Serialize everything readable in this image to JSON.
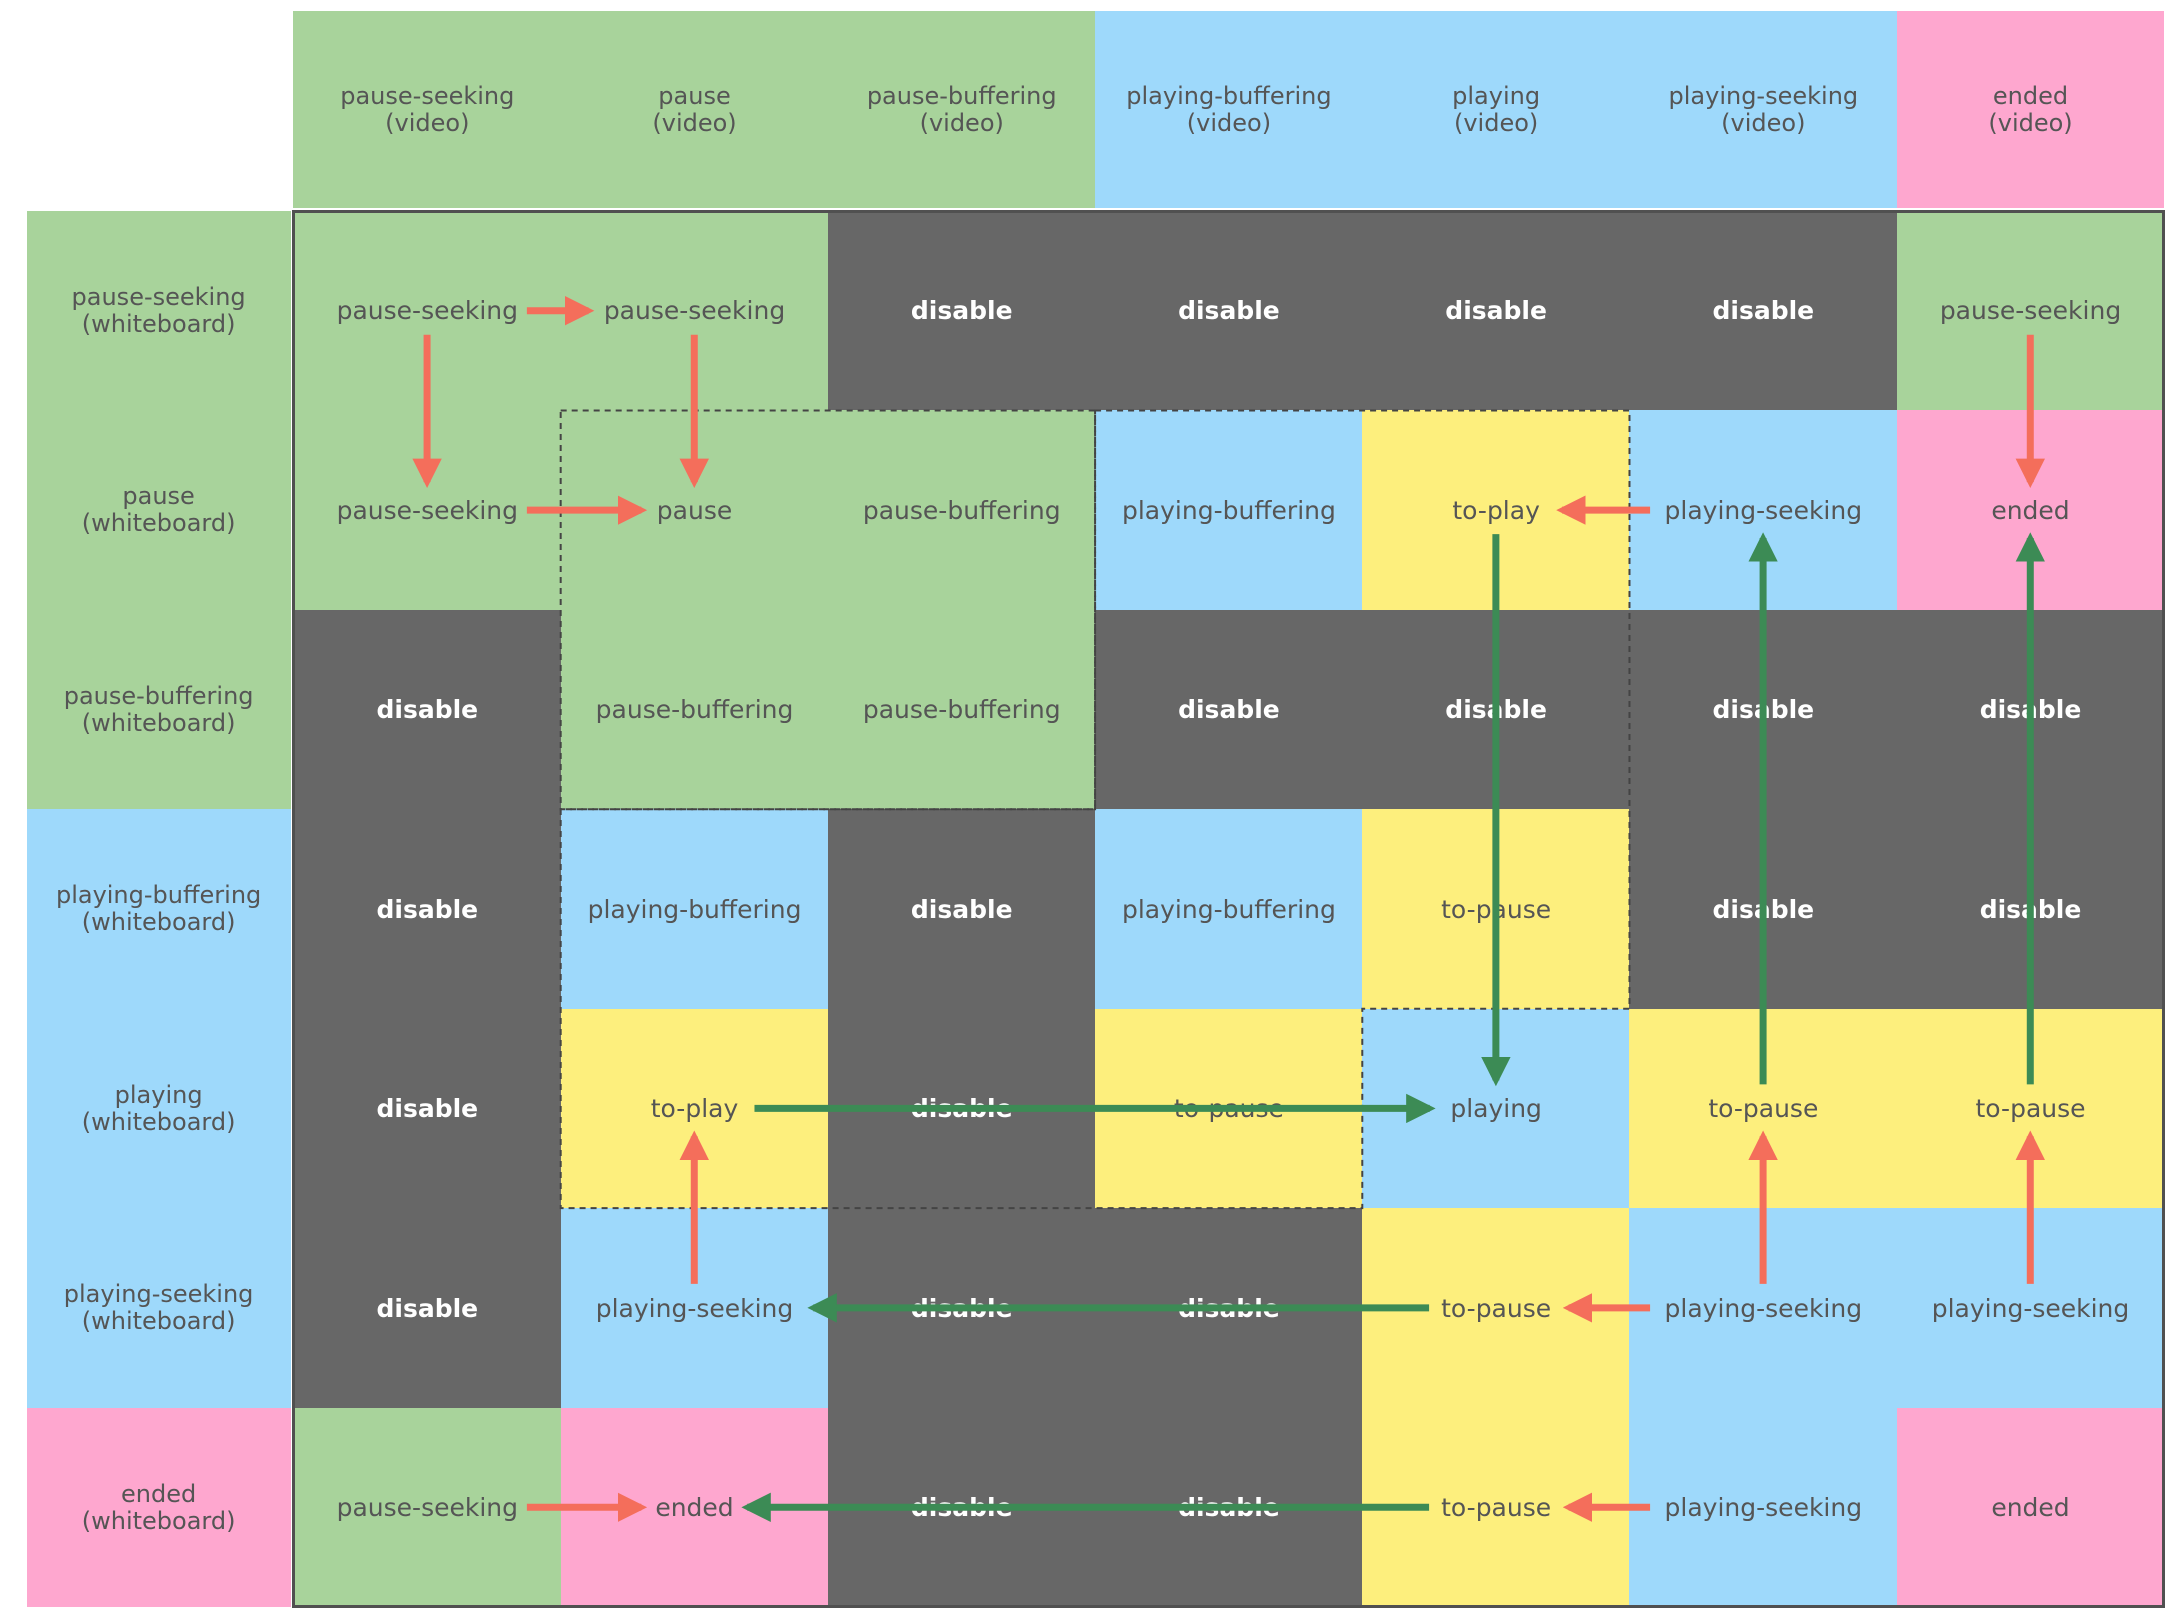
{
  "colors": {
    "pause": "#a8d39b",
    "playing": "#9ed9fb",
    "ended": "#fea7cf",
    "disable": "#676767",
    "transition": "#fdef7d",
    "arrow_red": "#f46e5b",
    "arrow_green": "#3c8b55",
    "disable_text": "#ffffff",
    "text": "#555555"
  },
  "column_headers": [
    {
      "label": "pause-seeking\n(video)",
      "group": "pause"
    },
    {
      "label": "pause\n(video)",
      "group": "pause"
    },
    {
      "label": "pause-buffering\n(video)",
      "group": "pause"
    },
    {
      "label": "playing-buffering\n(video)",
      "group": "playing"
    },
    {
      "label": "playing\n(video)",
      "group": "playing"
    },
    {
      "label": "playing-seeking\n(video)",
      "group": "playing"
    },
    {
      "label": "ended\n(video)",
      "group": "ended"
    }
  ],
  "row_headers": [
    {
      "label": "pause-seeking\n(whiteboard)",
      "group": "pause"
    },
    {
      "label": "pause\n(whiteboard)",
      "group": "pause"
    },
    {
      "label": "pause-buffering\n(whiteboard)",
      "group": "pause"
    },
    {
      "label": "playing-buffering\n(whiteboard)",
      "group": "playing"
    },
    {
      "label": "playing\n(whiteboard)",
      "group": "playing"
    },
    {
      "label": "playing-seeking\n(whiteboard)",
      "group": "playing"
    },
    {
      "label": "ended\n(whiteboard)",
      "group": "ended"
    }
  ],
  "grid": [
    [
      {
        "label": "pause-seeking",
        "kind": "pause"
      },
      {
        "label": "pause-seeking",
        "kind": "pause"
      },
      {
        "label": "disable",
        "kind": "disable"
      },
      {
        "label": "disable",
        "kind": "disable"
      },
      {
        "label": "disable",
        "kind": "disable"
      },
      {
        "label": "disable",
        "kind": "disable"
      },
      {
        "label": "pause-seeking",
        "kind": "pause"
      }
    ],
    [
      {
        "label": "pause-seeking",
        "kind": "pause"
      },
      {
        "label": "pause",
        "kind": "pause"
      },
      {
        "label": "pause-buffering",
        "kind": "pause"
      },
      {
        "label": "playing-buffering",
        "kind": "playing"
      },
      {
        "label": "to-play",
        "kind": "transition"
      },
      {
        "label": "playing-seeking",
        "kind": "playing"
      },
      {
        "label": "ended",
        "kind": "ended"
      }
    ],
    [
      {
        "label": "disable",
        "kind": "disable"
      },
      {
        "label": "pause-buffering",
        "kind": "pause"
      },
      {
        "label": "pause-buffering",
        "kind": "pause"
      },
      {
        "label": "disable",
        "kind": "disable"
      },
      {
        "label": "disable",
        "kind": "disable"
      },
      {
        "label": "disable",
        "kind": "disable"
      },
      {
        "label": "disable",
        "kind": "disable"
      }
    ],
    [
      {
        "label": "disable",
        "kind": "disable"
      },
      {
        "label": "playing-buffering",
        "kind": "playing"
      },
      {
        "label": "disable",
        "kind": "disable"
      },
      {
        "label": "playing-buffering",
        "kind": "playing"
      },
      {
        "label": "to-pause",
        "kind": "transition"
      },
      {
        "label": "disable",
        "kind": "disable"
      },
      {
        "label": "disable",
        "kind": "disable"
      }
    ],
    [
      {
        "label": "disable",
        "kind": "disable"
      },
      {
        "label": "to-play",
        "kind": "transition"
      },
      {
        "label": "disable",
        "kind": "disable"
      },
      {
        "label": "to-pause",
        "kind": "transition"
      },
      {
        "label": "playing",
        "kind": "playing"
      },
      {
        "label": "to-pause",
        "kind": "transition"
      },
      {
        "label": "to-pause",
        "kind": "transition"
      }
    ],
    [
      {
        "label": "disable",
        "kind": "disable"
      },
      {
        "label": "playing-seeking",
        "kind": "playing"
      },
      {
        "label": "disable",
        "kind": "disable"
      },
      {
        "label": "disable",
        "kind": "disable"
      },
      {
        "label": "to-pause",
        "kind": "transition"
      },
      {
        "label": "playing-seeking",
        "kind": "playing"
      },
      {
        "label": "playing-seeking",
        "kind": "playing"
      }
    ],
    [
      {
        "label": "pause-seeking",
        "kind": "pause"
      },
      {
        "label": "ended",
        "kind": "ended"
      },
      {
        "label": "disable",
        "kind": "disable"
      },
      {
        "label": "disable",
        "kind": "disable"
      },
      {
        "label": "to-pause",
        "kind": "transition"
      },
      {
        "label": "playing-seeking",
        "kind": "playing"
      },
      {
        "label": "ended",
        "kind": "ended"
      }
    ]
  ],
  "arrows": [
    {
      "color": "red",
      "from": [
        0,
        0
      ],
      "to": [
        0,
        1
      ]
    },
    {
      "color": "red",
      "from": [
        0,
        0
      ],
      "to": [
        1,
        0
      ]
    },
    {
      "color": "red",
      "from": [
        0,
        1
      ],
      "to": [
        1,
        1
      ]
    },
    {
      "color": "red",
      "from": [
        1,
        0
      ],
      "to": [
        1,
        1
      ]
    },
    {
      "color": "red",
      "from": [
        6,
        0
      ],
      "to": [
        6,
        1
      ]
    },
    {
      "color": "red",
      "from": [
        5,
        1
      ],
      "to": [
        4,
        1
      ]
    },
    {
      "color": "red",
      "from": [
        1,
        5
      ],
      "to": [
        1,
        4
      ]
    },
    {
      "color": "red",
      "from": [
        5,
        5
      ],
      "to": [
        5,
        4
      ]
    },
    {
      "color": "red",
      "from": [
        6,
        5
      ],
      "to": [
        6,
        4
      ]
    },
    {
      "color": "red",
      "from": [
        5,
        5
      ],
      "to": [
        4,
        5
      ]
    },
    {
      "color": "red",
      "from": [
        5,
        6
      ],
      "to": [
        4,
        6
      ]
    },
    {
      "color": "red",
      "from": [
        0,
        6
      ],
      "to": [
        1,
        6
      ]
    },
    {
      "color": "green",
      "from": [
        4,
        1
      ],
      "to": [
        4,
        4
      ]
    },
    {
      "color": "green",
      "from": [
        1,
        4
      ],
      "to": [
        4,
        4
      ]
    },
    {
      "color": "green",
      "from": [
        5,
        4
      ],
      "to": [
        5,
        1
      ]
    },
    {
      "color": "green",
      "from": [
        6,
        4
      ],
      "to": [
        6,
        1
      ]
    },
    {
      "color": "green",
      "from": [
        4,
        5
      ],
      "to": [
        1,
        5
      ]
    },
    {
      "color": "green",
      "from": [
        4,
        6
      ],
      "to": [
        1,
        6
      ]
    }
  ]
}
